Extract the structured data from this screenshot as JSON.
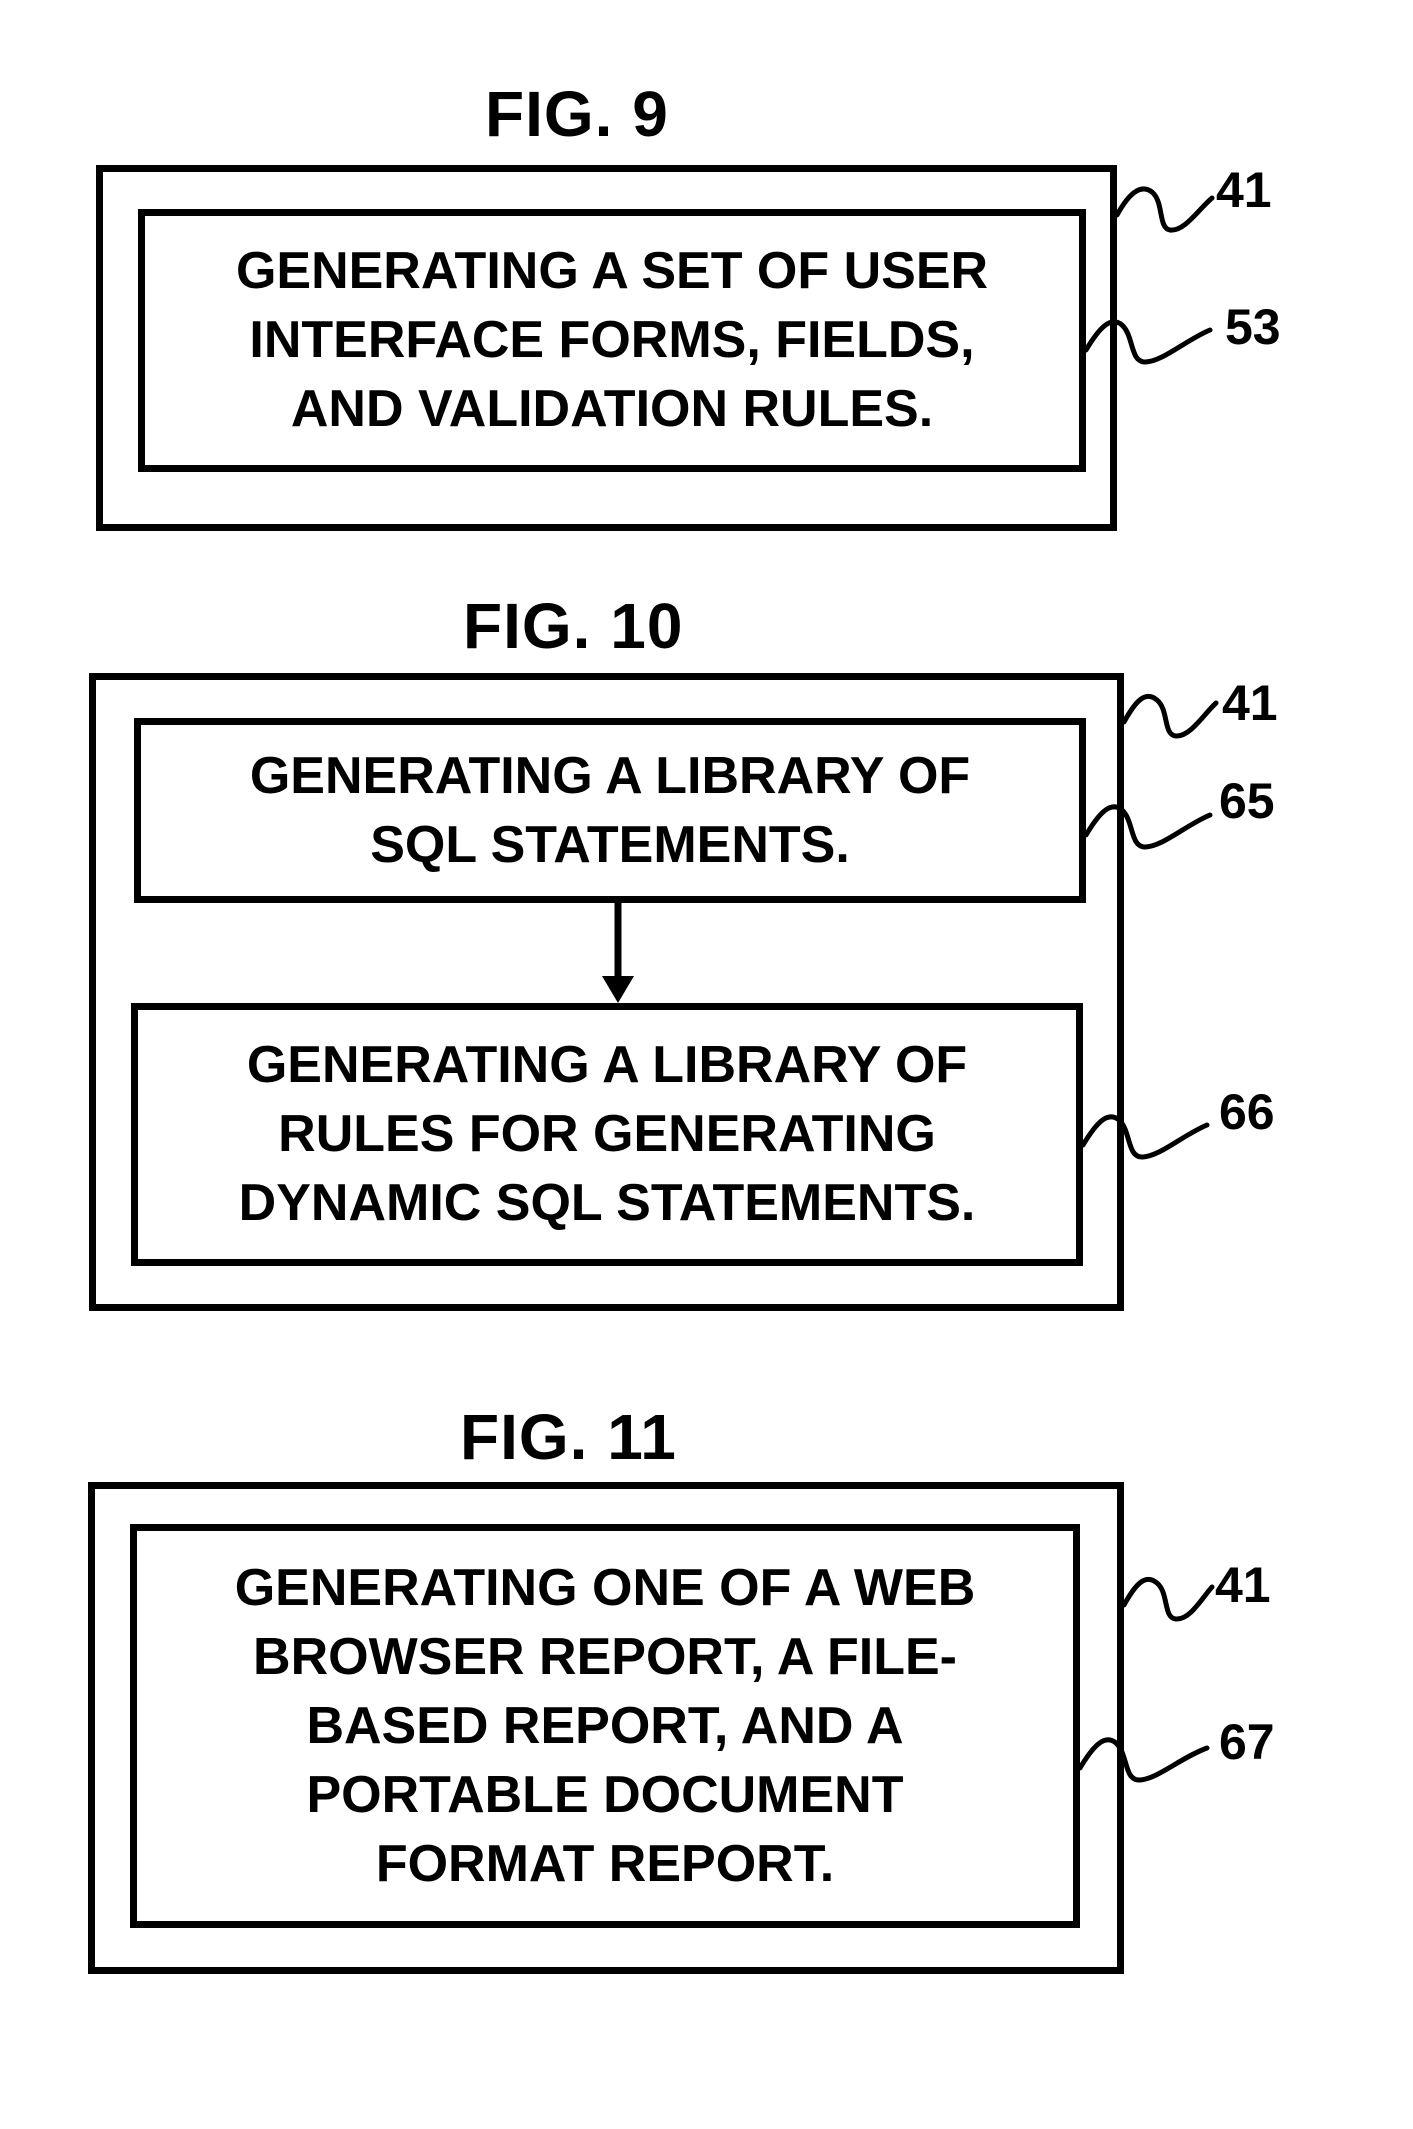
{
  "fig9": {
    "title": "FIG. 9",
    "outer_ref": "41",
    "step": {
      "ref": "53",
      "lines": [
        "GENERATING A SET OF USER",
        "INTERFACE FORMS, FIELDS,",
        "AND VALIDATION RULES."
      ]
    }
  },
  "fig10": {
    "title": "FIG. 10",
    "outer_ref": "41",
    "step1": {
      "ref": "65",
      "lines": [
        "GENERATING A LIBRARY OF",
        "SQL STATEMENTS."
      ]
    },
    "step2": {
      "ref": "66",
      "lines": [
        "GENERATING A LIBRARY OF",
        "RULES FOR GENERATING",
        "DYNAMIC SQL STATEMENTS."
      ]
    }
  },
  "fig11": {
    "title": "FIG. 11",
    "outer_ref": "41",
    "step": {
      "ref": "67",
      "lines": [
        "GENERATING ONE OF A WEB",
        "BROWSER REPORT, A FILE-",
        "BASED REPORT, AND A",
        "PORTABLE DOCUMENT",
        "FORMAT REPORT."
      ]
    }
  }
}
